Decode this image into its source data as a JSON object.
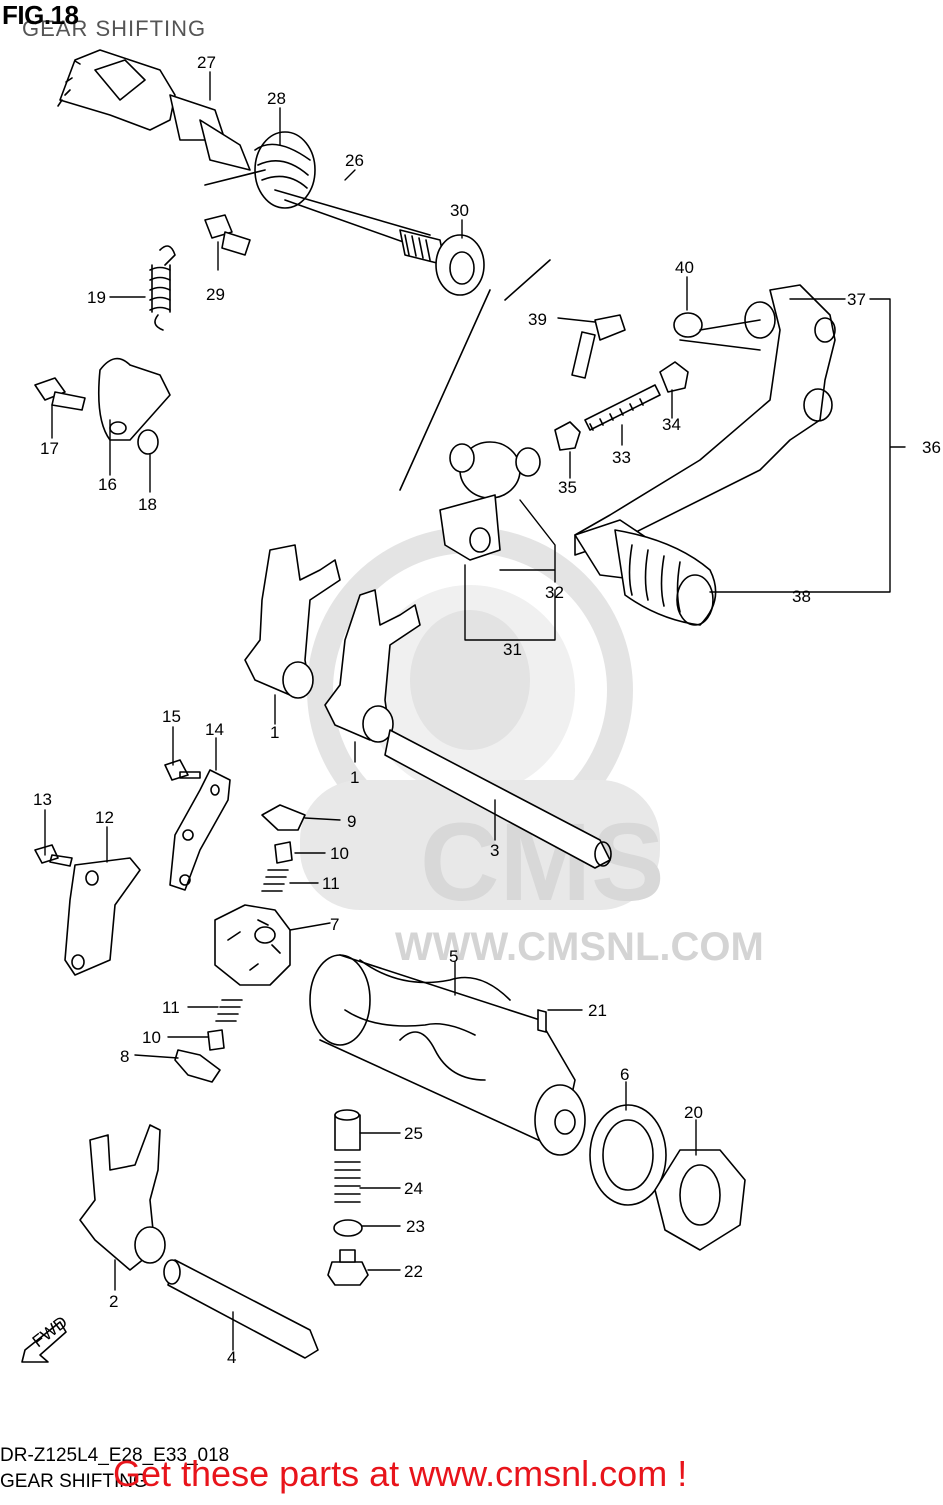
{
  "header": {
    "figure": "FIG.18",
    "subtitle": "GEAR SHIFTING"
  },
  "footer": {
    "model_code": "DR-Z125L4_E28_E33_018",
    "title": "GEAR SHIFTING",
    "promo": "Get these parts at www.cmsnl.com !"
  },
  "watermark": {
    "brand": "CMS",
    "url": "WWW.CMSNL.COM"
  },
  "direction_marker": {
    "label": "FWD"
  },
  "colors": {
    "line": "#000000",
    "promo": "#e8141b",
    "watermark": "#d9d9d9"
  },
  "callouts": [
    "27",
    "28",
    "26",
    "30",
    "19",
    "29",
    "40",
    "37",
    "39",
    "36",
    "17",
    "16",
    "18",
    "34",
    "33",
    "35",
    "32",
    "38",
    "31",
    "1",
    "1",
    "15",
    "14",
    "3",
    "13",
    "12",
    "9",
    "10",
    "11",
    "7",
    "5",
    "11",
    "21",
    "10",
    "8",
    "6",
    "20",
    "25",
    "24",
    "23",
    "22",
    "2",
    "4"
  ]
}
